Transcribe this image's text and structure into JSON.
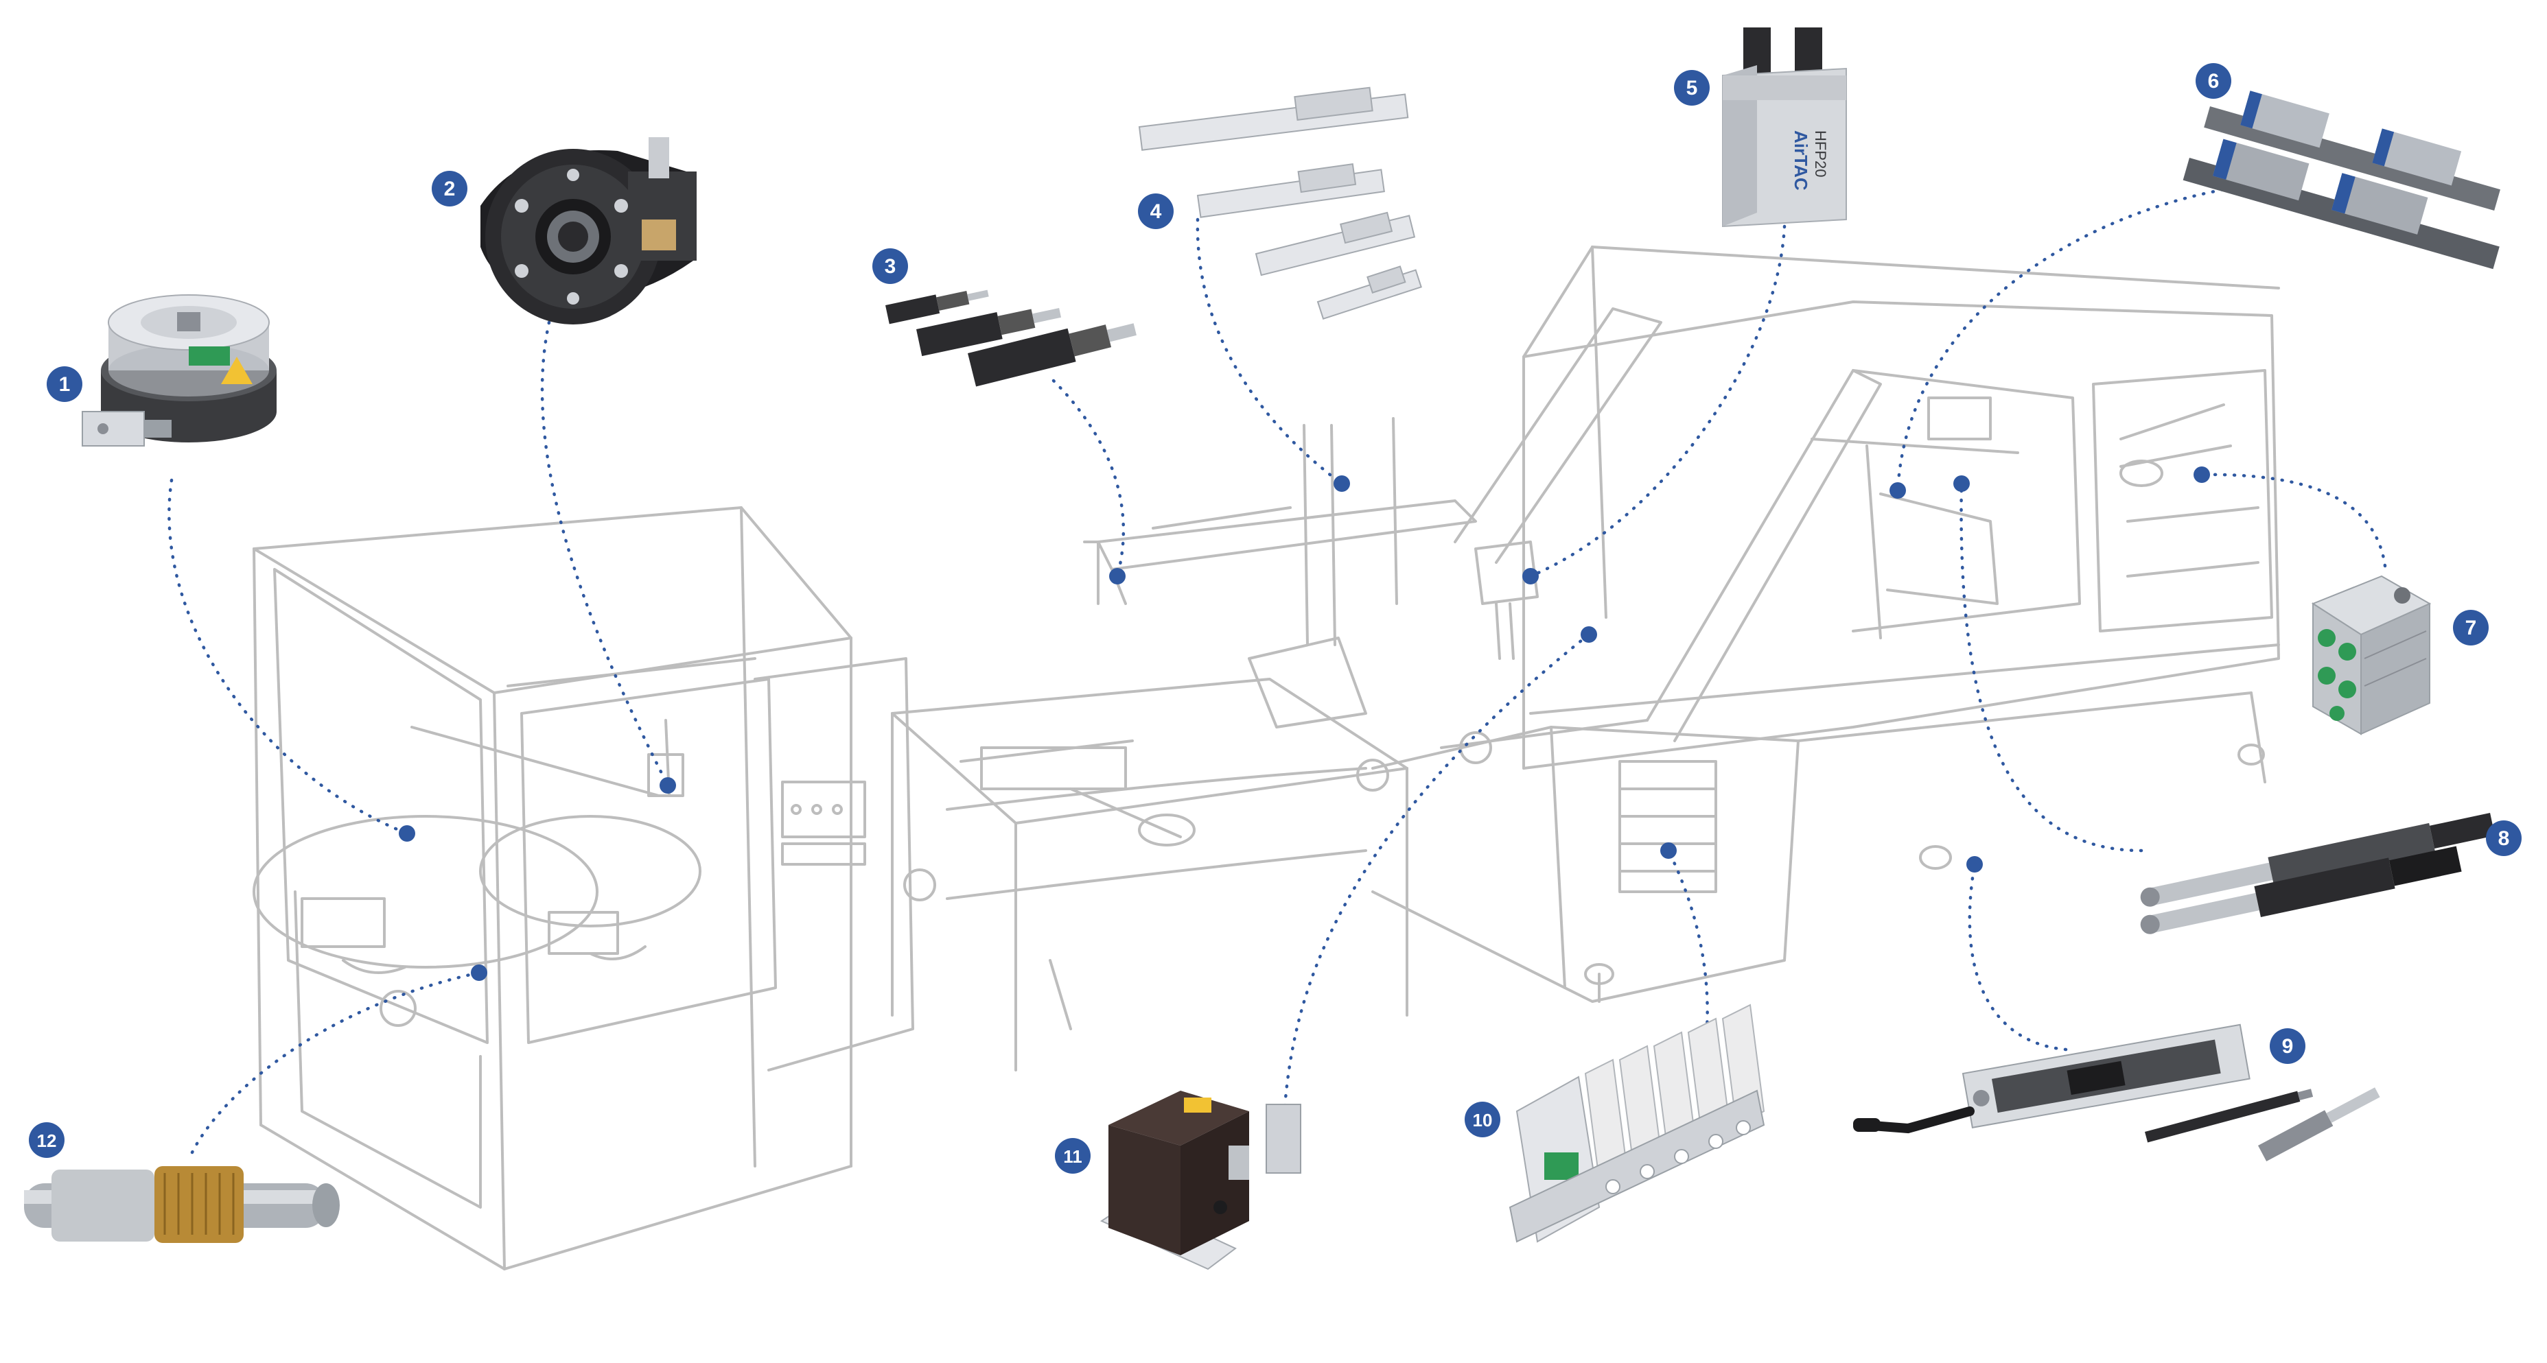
{
  "colors": {
    "accent": "#2f58a0",
    "sketch": "#bdbdbd",
    "metal_light": "#e4e6ea",
    "metal_dark": "#8a8e95",
    "component_dark": "#2b2b2e",
    "valve_green": "#2f9a55"
  },
  "callouts": [
    {
      "label": "1",
      "component": "rotary-table-icon"
    },
    {
      "label": "2",
      "component": "tool-changer-icon"
    },
    {
      "label": "3",
      "component": "shock-absorbers-icon"
    },
    {
      "label": "4",
      "component": "linear-actuators-icon"
    },
    {
      "label": "5",
      "component": "parallel-gripper-icon"
    },
    {
      "label": "6",
      "component": "linear-guide-rails-icon"
    },
    {
      "label": "7",
      "component": "vacuum-ejector-block-icon"
    },
    {
      "label": "8",
      "component": "electric-cylinders-icon"
    },
    {
      "label": "9",
      "component": "hand-crank-spindle-icon"
    },
    {
      "label": "10",
      "component": "valve-manifold-icon"
    },
    {
      "label": "11",
      "component": "safety-switch-icon"
    },
    {
      "label": "12",
      "component": "ball-bushing-shaft-icon"
    }
  ],
  "product_labels": {
    "gripper_brand": "AirTAC",
    "gripper_model": "HFP20"
  }
}
